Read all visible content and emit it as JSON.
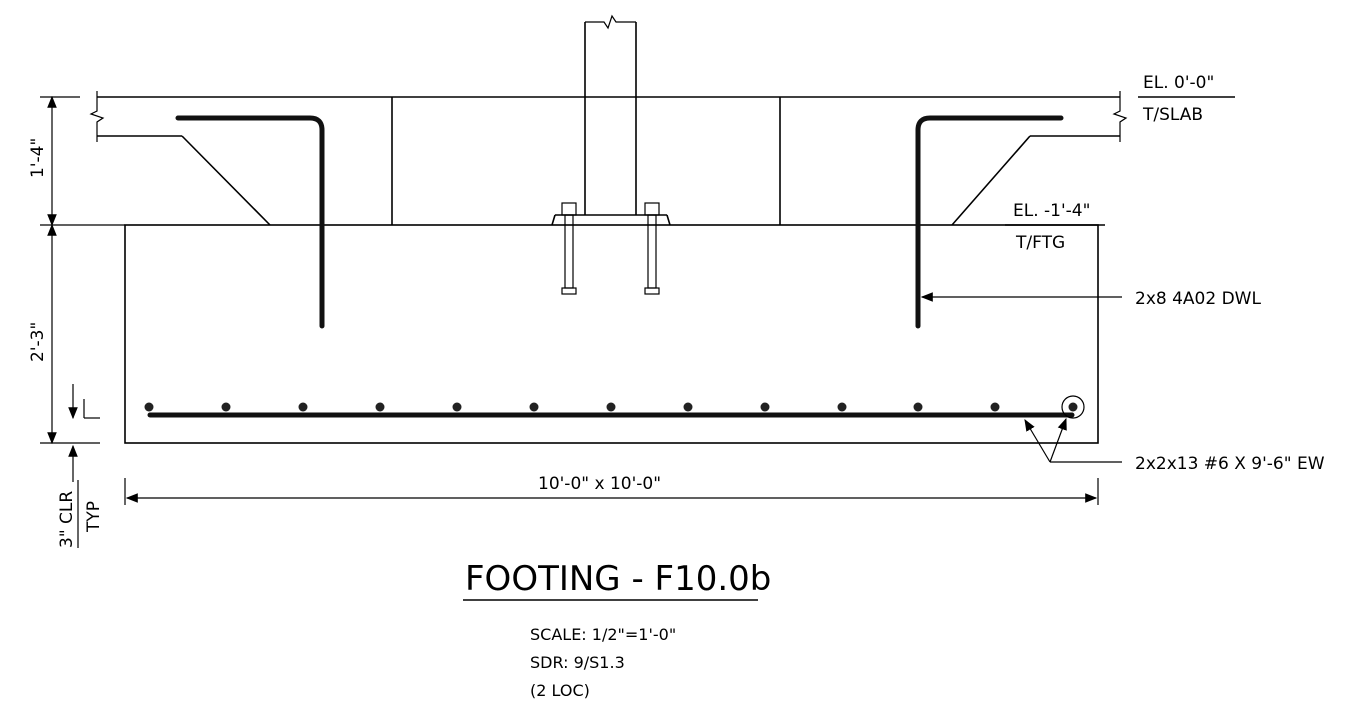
{
  "elevations": {
    "slab_elevation": "EL. 0'-0\"",
    "slab_label": "T/SLAB",
    "footing_elevation": "EL. -1'-4\"",
    "footing_label": "T/FTG"
  },
  "dimensions": {
    "slab_thickness": "1'-4\"",
    "footing_depth": "2'-3\"",
    "footing_size": "10'-0\" x 10'-0\"",
    "clear_cover": "3\" CLR",
    "clear_cover_note": "TYP"
  },
  "callouts": {
    "dowels": "2x8 4A02 DWL",
    "bottom_bars": "2x2x13 #6 X 9'-6\" EW"
  },
  "title_block": {
    "title": "FOOTING - F10.0b",
    "scale": "SCALE: 1/2\"=1'-0\"",
    "sdr": "SDR: 9/S1.3",
    "locations": "(2 LOC)"
  }
}
